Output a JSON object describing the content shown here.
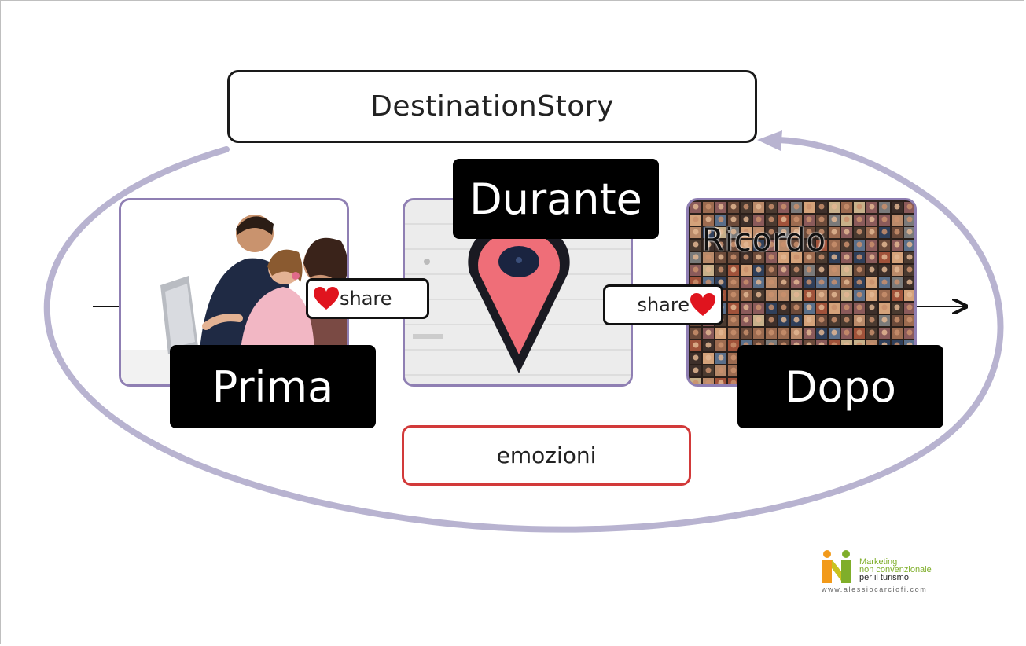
{
  "title": "DestinationStory",
  "stages": {
    "prima": "Prima",
    "durante": "Durante",
    "dopo": "Dopo"
  },
  "ricordo": "Ricordo",
  "share_left": "share",
  "share_right": "share",
  "emotions": "emozioni",
  "logo": {
    "line1": "Marketing",
    "line2": "non convenzionale",
    "line3": "per il turismo",
    "website": "www.alessiocarciofi.com"
  },
  "colors": {
    "loop": "#b8b3d0",
    "card_border": "#8f7fb3",
    "emotions_border": "#d23a3a",
    "heart": "#e0141e",
    "logo_orange": "#f29a1a",
    "logo_green": "#7fae2a"
  }
}
